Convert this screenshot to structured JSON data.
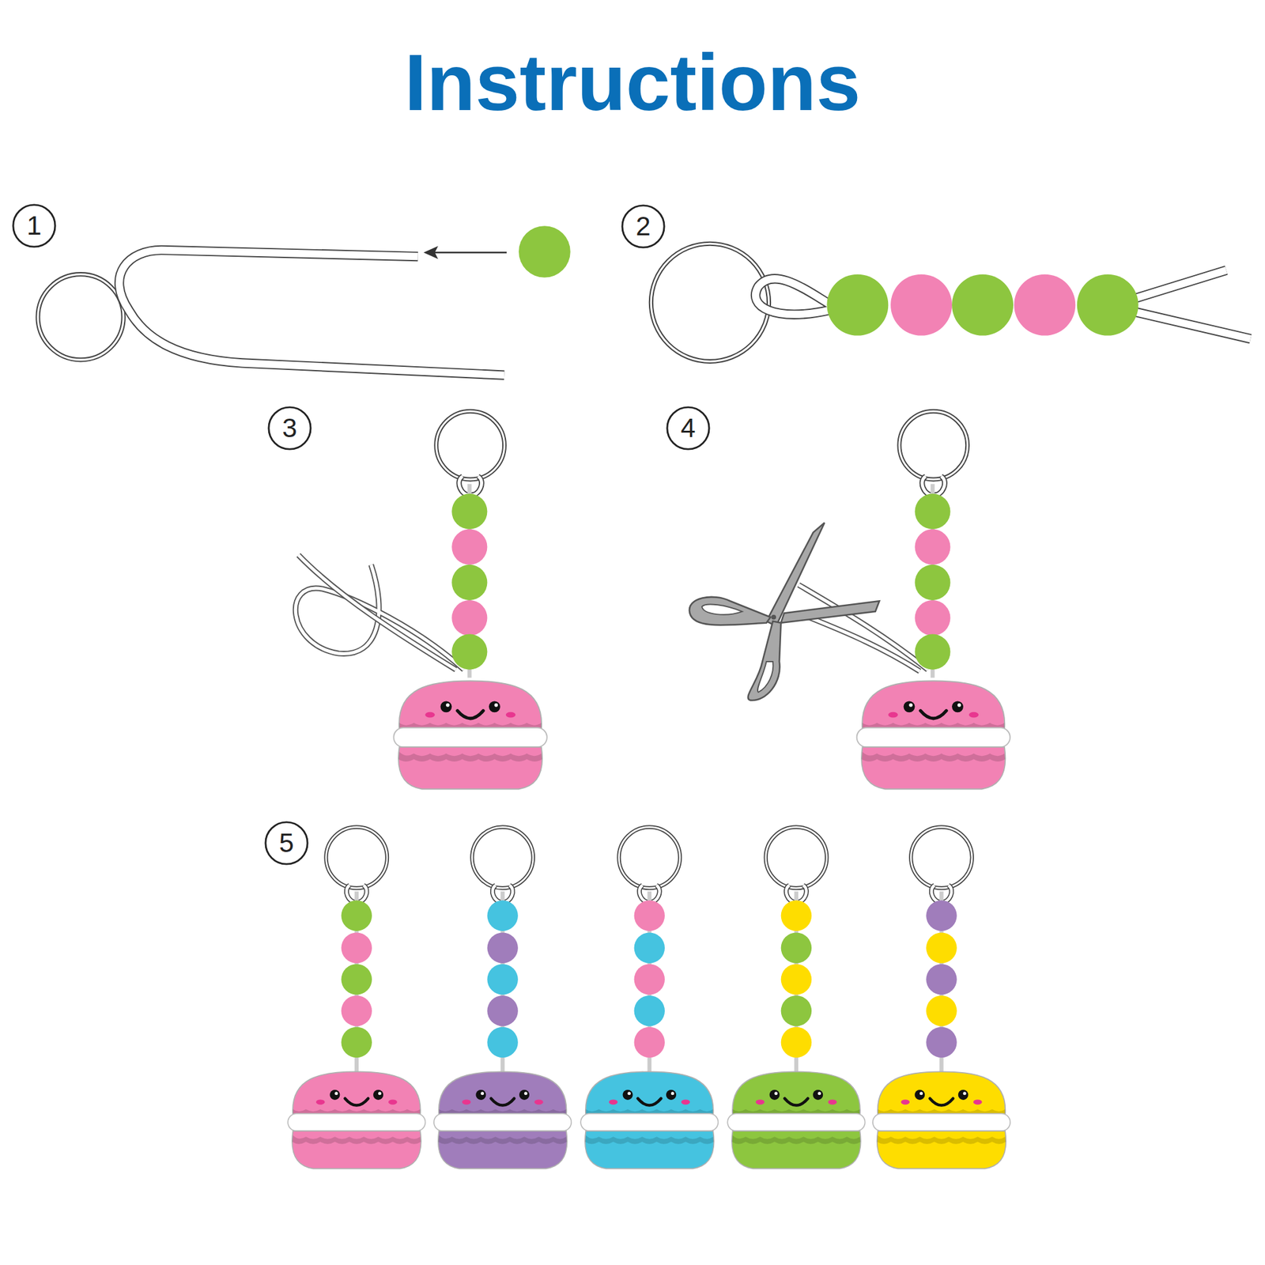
{
  "diagram": {
    "title": "Instructions",
    "nodes": [
      {
        "text": [
          "1"
        ]
      },
      {
        "text": [
          "2"
        ]
      },
      {
        "text": [
          "3"
        ]
      },
      {
        "text": [
          "4"
        ]
      },
      {
        "text": [
          "5"
        ]
      }
    ]
  }
}
